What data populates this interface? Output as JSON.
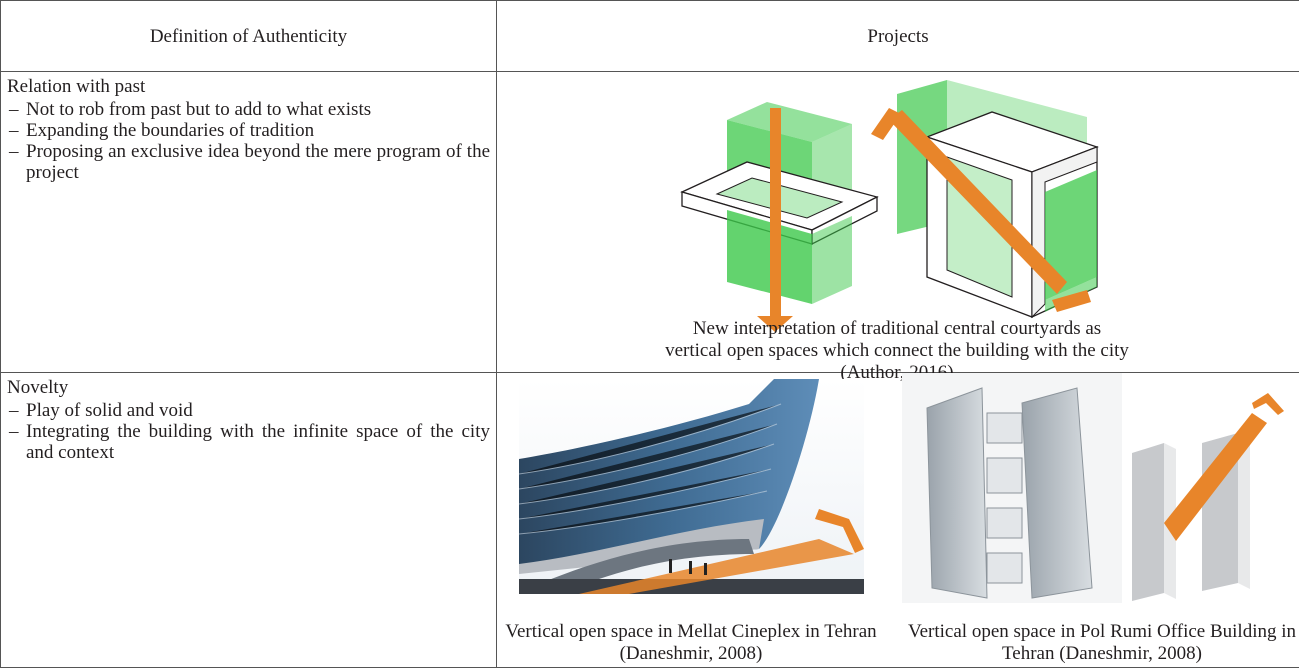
{
  "table": {
    "header": {
      "col1": "Definition of Authenticity",
      "col2": "Projects"
    },
    "rows": [
      {
        "definition_title": "Relation with past",
        "bullets": [
          "Not to rob from past but to add to what exists",
          "Expanding the boundaries of tradition",
          "Proposing an exclusive idea beyond the mere program of the project"
        ],
        "caption": "New interpretation of traditional central courtyards as vertical open spaces which connect the building with the city (Author, 2016)"
      },
      {
        "definition_title": "Novelty",
        "bullets": [
          "Play of solid and void",
          "Integrating the building with the infinite space of the city and context"
        ],
        "caption_left": "Vertical open space in Mellat Cineplex in Tehran (Daneshmir, 2008)",
        "caption_right": "Vertical open space in Pol Rumi Office Building in Tehran (Daneshmir, 2008)"
      }
    ],
    "dash_glyph": "–"
  },
  "colors": {
    "green": "#3cc84a",
    "green_light": "#a6e8a8",
    "orange": "#e8852a",
    "border": "#555555"
  }
}
